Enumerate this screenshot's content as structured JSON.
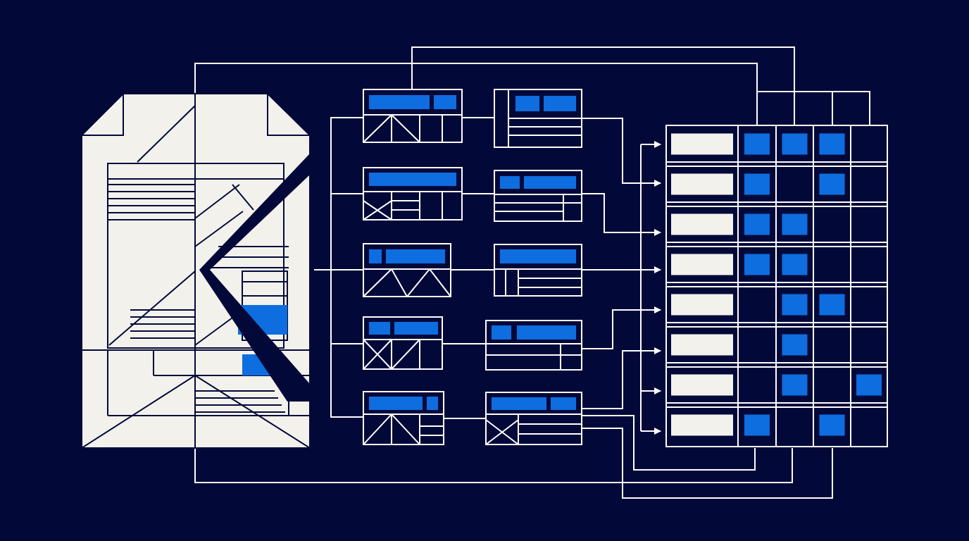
{
  "colors": {
    "background": "#020939",
    "line": "#ffffff",
    "paper": "#f2f1ec",
    "accent": "#0e6ddf",
    "cell_light": "#f2f1ec"
  },
  "diagram": {
    "type": "document-to-table-extraction",
    "document_pages": 1,
    "card_columns": 2,
    "cards_per_column": 5,
    "table": {
      "rows": 8,
      "value_columns": 4,
      "filled_cells": [
        [
          1,
          1,
          1,
          0
        ],
        [
          1,
          0,
          1,
          0
        ],
        [
          1,
          1,
          0,
          0
        ],
        [
          1,
          1,
          0,
          0
        ],
        [
          0,
          1,
          1,
          0
        ],
        [
          0,
          1,
          0,
          0
        ],
        [
          0,
          1,
          0,
          1
        ],
        [
          1,
          0,
          1,
          0
        ]
      ]
    }
  }
}
